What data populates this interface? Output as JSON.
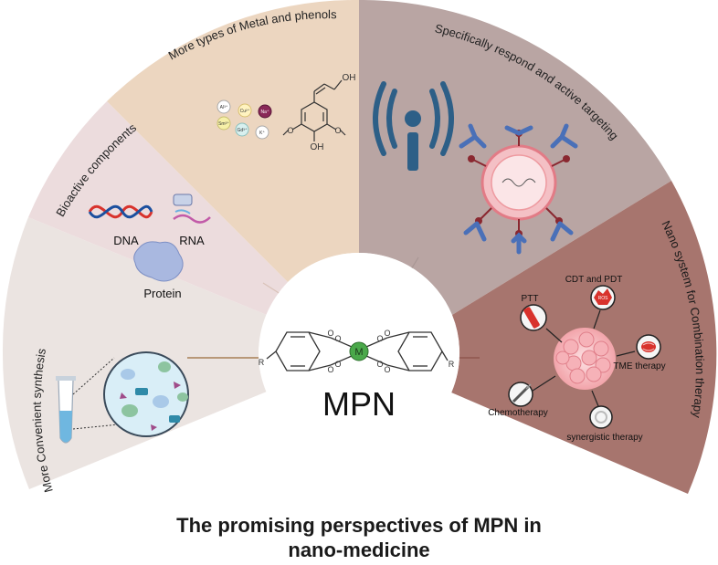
{
  "center": {
    "label": "MPN",
    "metal_label": "M",
    "left_r": "R",
    "right_r": "R"
  },
  "sectors": {
    "synthesis": {
      "title": "More Convenient synthesis"
    },
    "bioactive": {
      "title": "Bioactive components",
      "dna": "DNA",
      "rna": "RNA",
      "protein": "Protein"
    },
    "metals": {
      "title": "More types of Metal and phenols",
      "ions": [
        "Al³⁺",
        "Cu²⁺",
        "Na⁺",
        "Sm³⁺",
        "Gd³⁺",
        "K⁺"
      ],
      "oh_top": "OH",
      "oh_bottom": "OH"
    },
    "targeting": {
      "title": "Specifically respond  and active targeting"
    },
    "combination": {
      "title": "Nano system for Combination therapy",
      "ptt": "PTT",
      "cdt": "CDT and PDT",
      "ros": "ROS",
      "tme": "TME  therapy",
      "chemo": "Chemotherapy",
      "synergistic": "synergistic therapy"
    }
  },
  "footer": {
    "line1": "The promising perspectives of MPN in",
    "line2": "nano-medicine"
  },
  "colors": {
    "synthesis": "#ebe4e1",
    "bioactive": "#ecdcdd",
    "metals": "#ecd6c0",
    "targeting": "#b9a5a3",
    "combination": "#a7756e",
    "dna_red": "#d8322c",
    "dna_blue": "#1b4f9e",
    "antibody": "#4a70b8",
    "nanoparticle": "#ee9aa0"
  }
}
